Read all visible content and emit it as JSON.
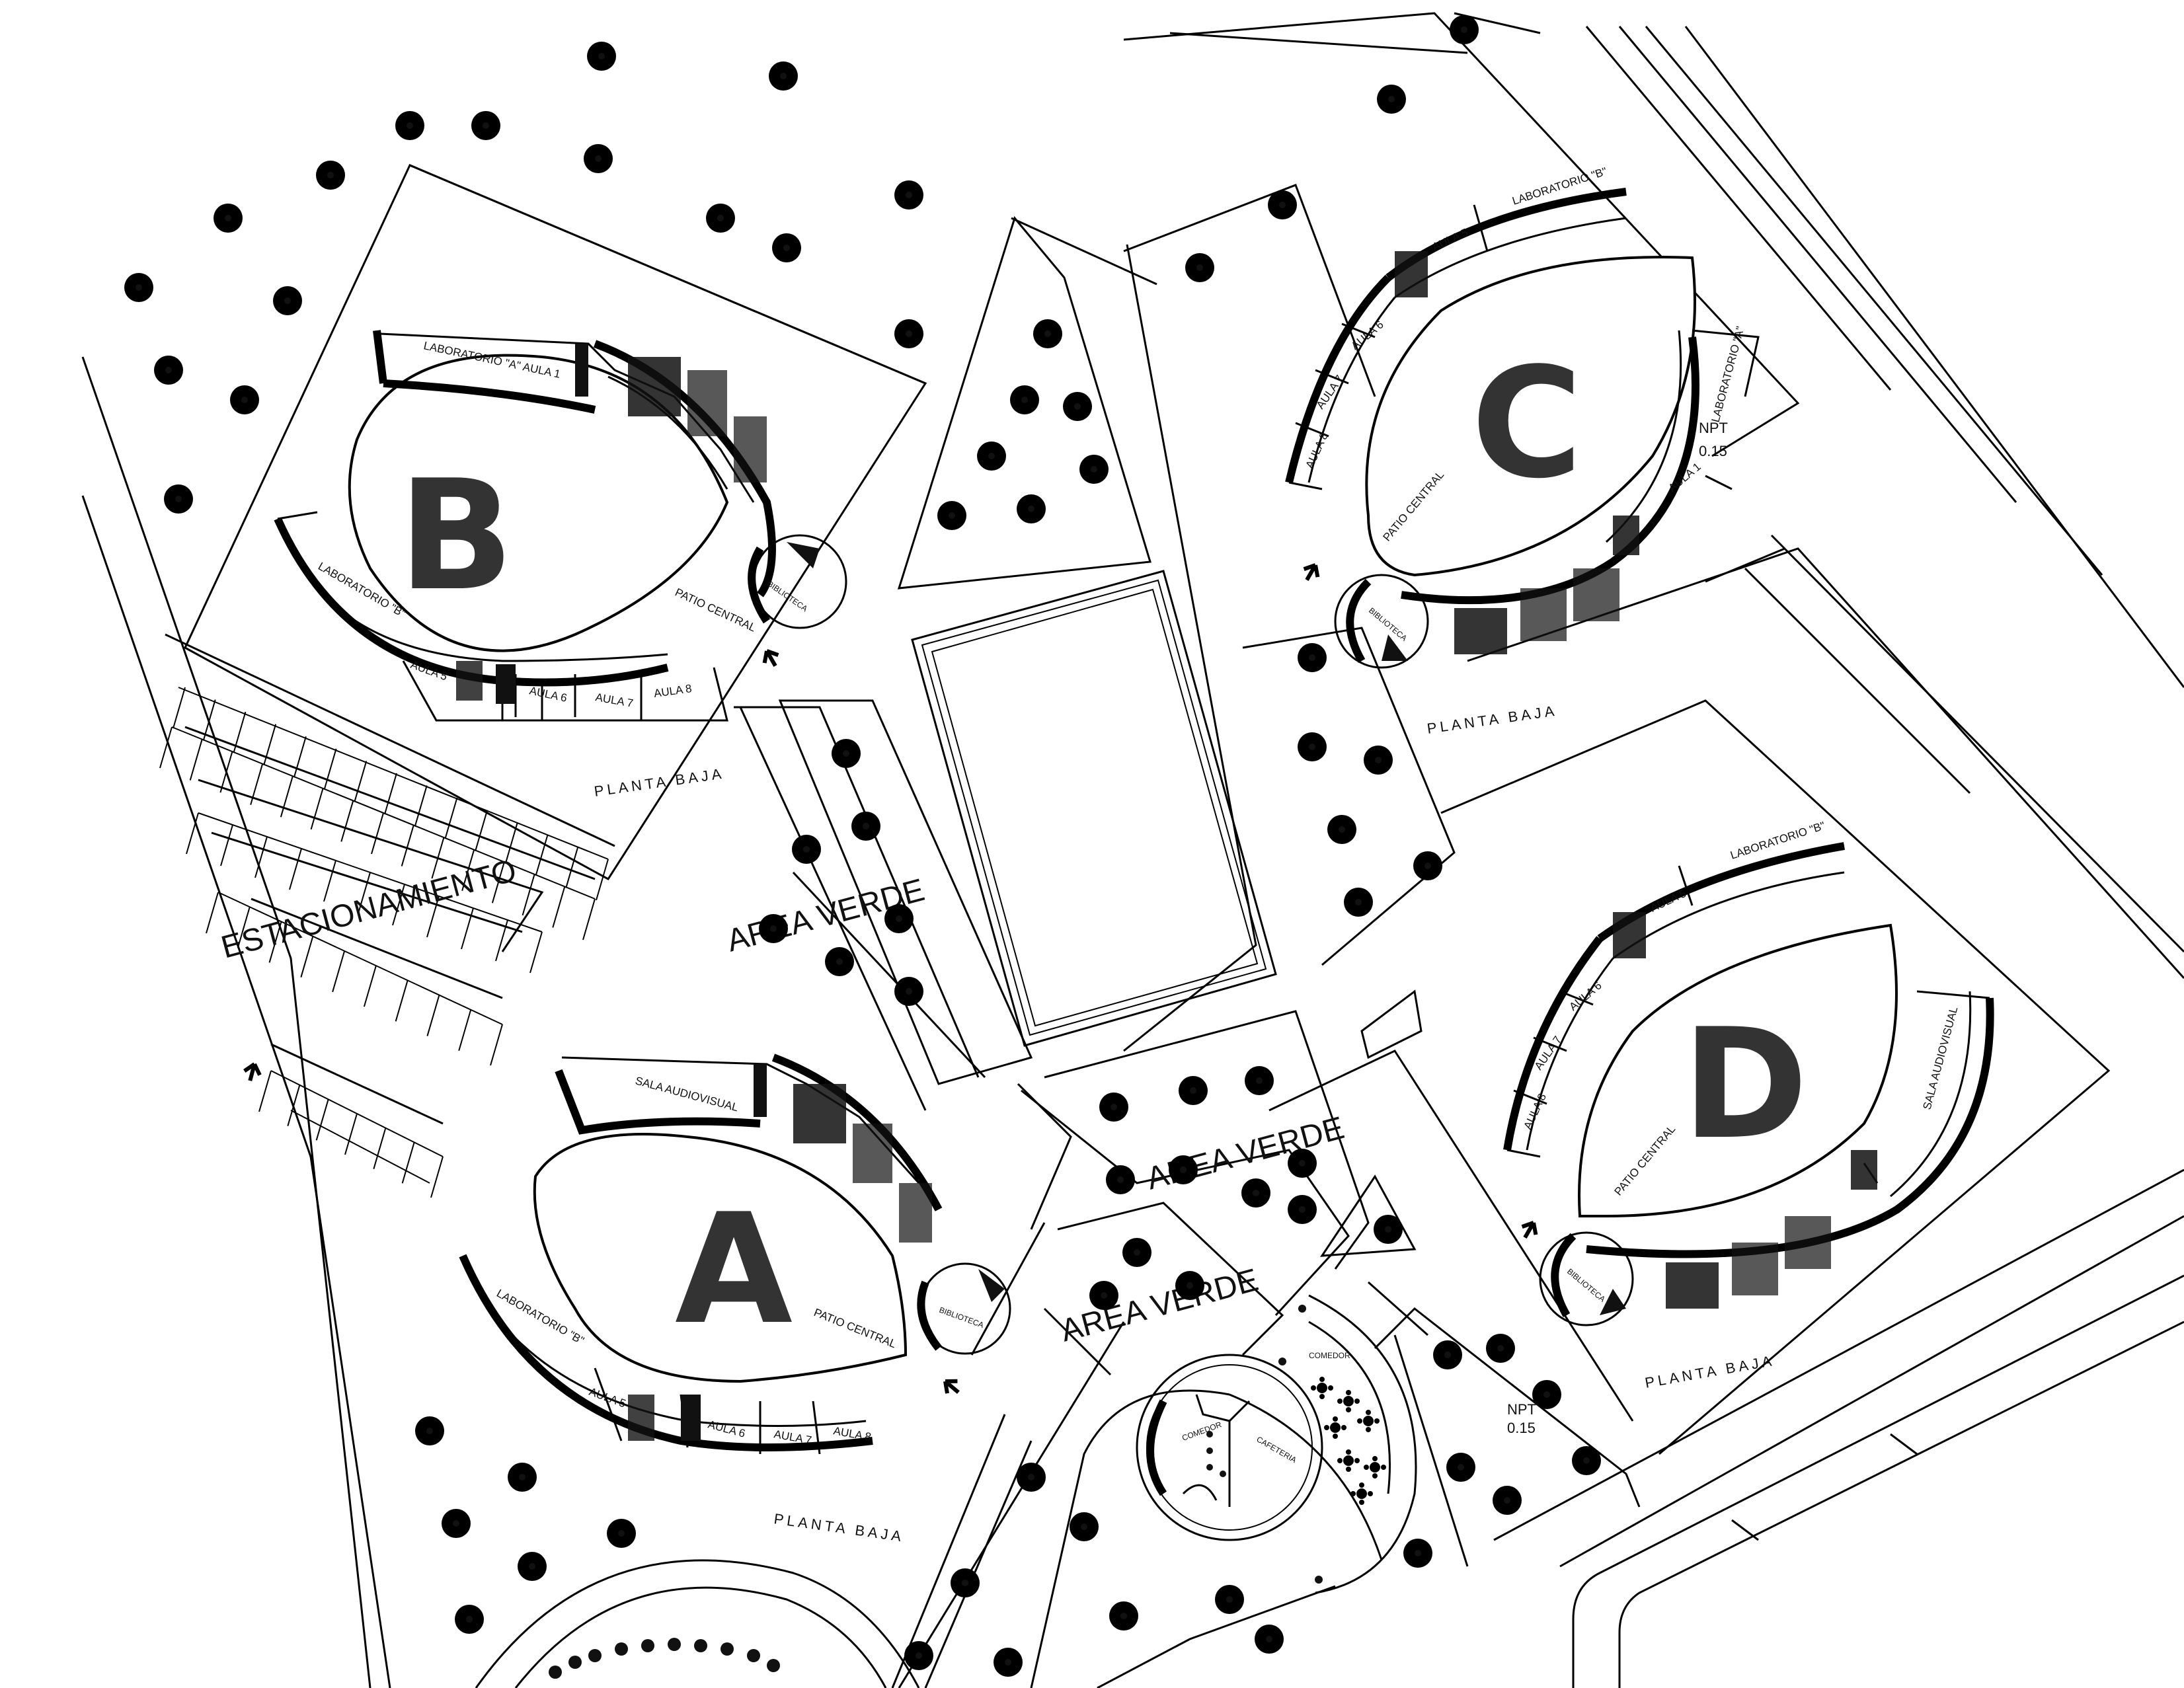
{
  "buildings": {
    "a": {
      "letter": "A",
      "patio": "PATIO CENTRAL",
      "rooms": [
        "SALA AUDIOVISUAL",
        "LABORATORIO \"B\"",
        "AULA 5",
        "AULA 6",
        "AULA 7",
        "AULA 8",
        "BIBLIOTECA"
      ],
      "level": "PLANTA BAJA"
    },
    "b": {
      "letter": "B",
      "patio": "PATIO CENTRAL",
      "rooms": [
        "LABORATORIO \"A\"",
        "AULA 1",
        "LABORATORIO \"B\"",
        "AULA 5",
        "AULA 6",
        "AULA 7",
        "AULA 8",
        "BIBLIOTECA"
      ],
      "level": "PLANTA BAJA"
    },
    "c": {
      "letter": "C",
      "patio": "PATIO CENTRAL",
      "rooms": [
        "LABORATORIO \"B\"",
        "AULA 5",
        "AULA 6",
        "AULA 7",
        "AULA 8",
        "LABORATORIO \"A\"",
        "AULA 1",
        "BIBLIOTECA"
      ],
      "npt_label": "NPT",
      "npt_value": "0.15",
      "level": "PLANTA BAJA"
    },
    "d": {
      "letter": "D",
      "patio": "PATIO CENTRAL",
      "rooms": [
        "LABORATORIO \"B\"",
        "AULA 5",
        "AULA 6",
        "AULA 7",
        "AULA 8",
        "SALA AUDIOVISUAL",
        "BIBLIOTECA"
      ],
      "level": "PLANTA BAJA"
    }
  },
  "site_labels": {
    "parking": "ESTACIONAMIENTO",
    "green_area": "AREA VERDE",
    "npt_label": "NPT",
    "npt_value": "0.15",
    "round_building_a": "COMEDOR",
    "round_building_b": "CAFETERIA",
    "round_building_c": "COMEDOR"
  },
  "icons": [
    "north-arrow-icon",
    "tree-icon",
    "table-icon"
  ]
}
